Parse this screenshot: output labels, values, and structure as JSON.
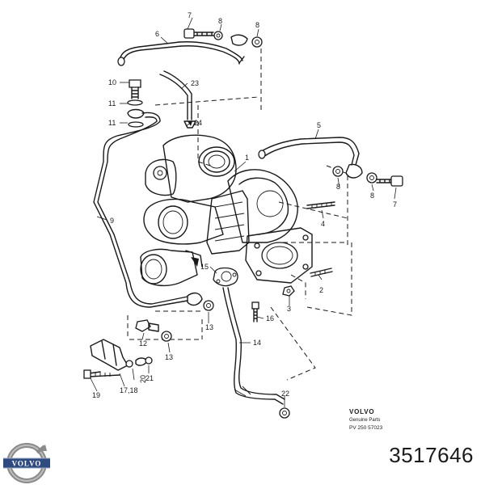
{
  "labels": {
    "l1": "1",
    "l2": "2",
    "l3": "3",
    "l4": "4",
    "l5": "5",
    "l6": "6",
    "l7a": "7",
    "l7b": "7",
    "l8a": "8",
    "l8b": "8",
    "l8c": "8",
    "l8d": "8",
    "l9": "9",
    "l10": "10",
    "l11a": "11",
    "l11b": "11",
    "l12": "12",
    "l13a": "13",
    "l13b": "13",
    "l14": "14",
    "l15": "15",
    "l16": "16",
    "l17_18": "17,18",
    "l19": "19",
    "l20": "20",
    "l21": "21",
    "l22": "22",
    "l23": "23",
    "l24": "24"
  },
  "caption": {
    "brand": "VOLVO",
    "subtitle": "Genuine Parts",
    "code": "PV 250 57023"
  },
  "logo": {
    "text": "VOLVO"
  },
  "part_number": "3517646"
}
